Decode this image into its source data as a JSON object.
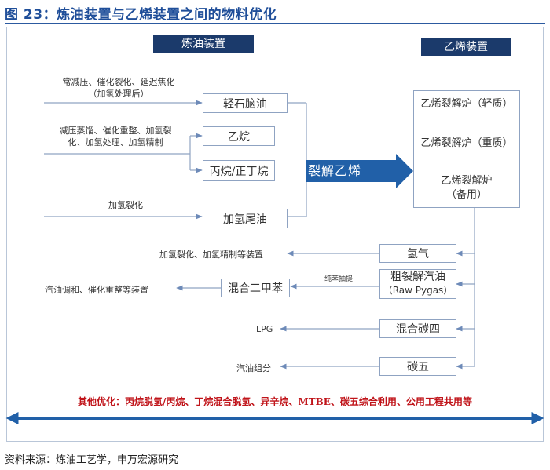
{
  "title": "图 23：炼油装置与乙烯装置之间的物料优化",
  "refinery": {
    "header": "炼油装置",
    "sources": [
      {
        "line1": "常减压、催化裂化、延迟焦化",
        "line2": "（加氢处理后）"
      },
      {
        "line1": "减压蒸馏、催化重整、加氢裂",
        "line2": "化、加氢处理、加氢精制"
      },
      {
        "line1": "加氢裂化",
        "line2": ""
      }
    ],
    "products": [
      "轻石脑油",
      "乙烷",
      "丙烷/正丁烷",
      "加氢尾油"
    ]
  },
  "arrow_label": "裂解乙烯",
  "ethylene": {
    "header": "乙烯装置",
    "furnaces": [
      {
        "line1": "乙烯裂解炉（轻质）",
        "line2": ""
      },
      {
        "line1": "乙烯裂解炉（重质）",
        "line2": ""
      },
      {
        "line1": "乙烯裂解炉",
        "line2": "（备用）"
      }
    ]
  },
  "outputs": [
    {
      "box": "氢气",
      "box2": "",
      "dest": "加氢裂化、加氢精制等装置"
    },
    {
      "box": "粗裂解汽油",
      "box2": "（Raw Pygas）",
      "dest": "汽油调和、催化重整等装置",
      "via": "混合二甲苯",
      "via_note": "纯苯抽提"
    },
    {
      "box": "混合碳四",
      "box2": "",
      "dest": "LPG"
    },
    {
      "box": "碳五",
      "box2": "",
      "dest": "汽油组分"
    }
  ],
  "other_optimization": "其他优化：丙烷脱氢/丙烷、丁烷混合脱氢、异辛烷、MTBE、碳五综合利用、公用工程共用等",
  "footer": "资料来源：炼油工艺学，申万宏源研究",
  "colors": {
    "accent": "#1f4e99",
    "header_bg": "#1b3a6b",
    "arrow": "#2160a8",
    "red": "#c0141a"
  }
}
